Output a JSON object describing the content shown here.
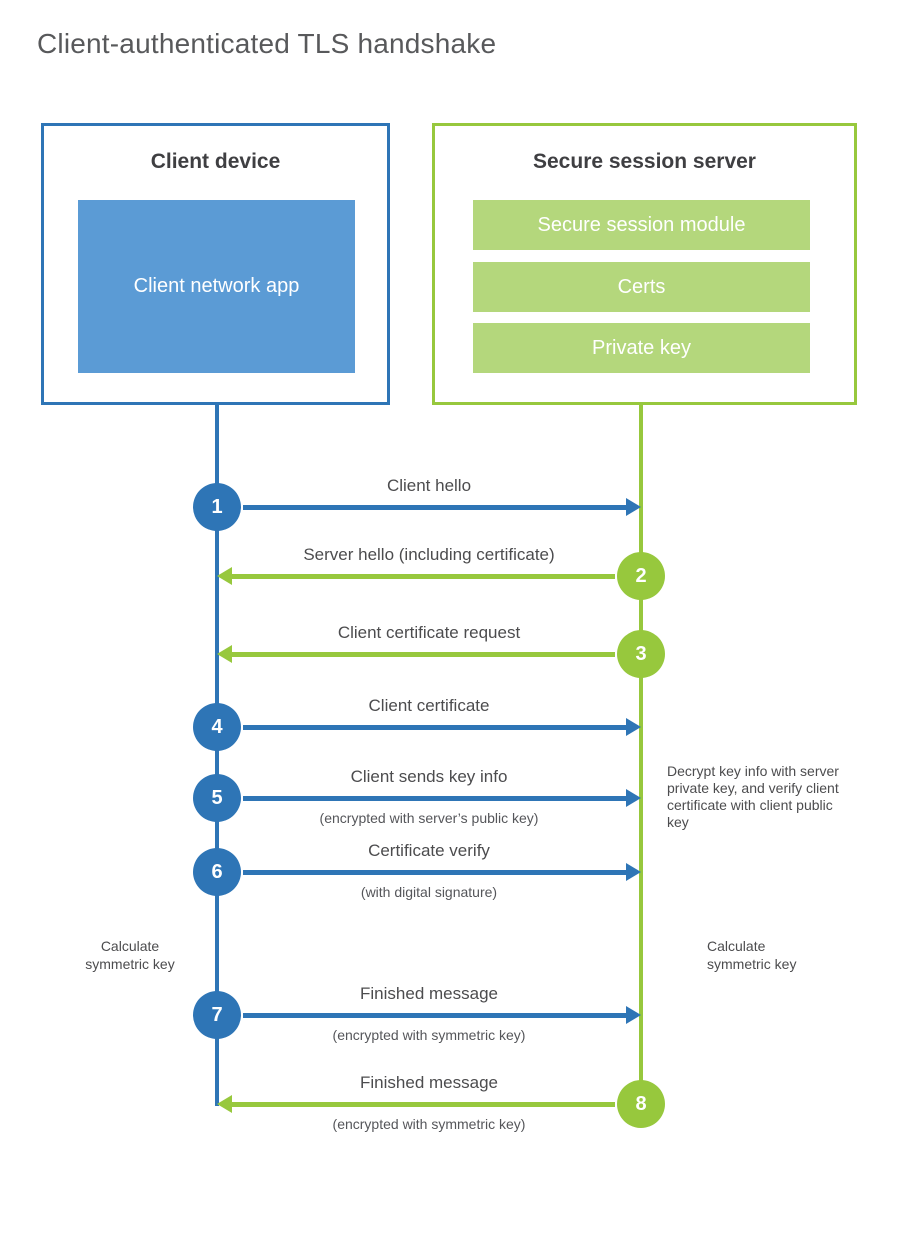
{
  "title": "Client-authenticated TLS handshake",
  "client": {
    "title": "Client device",
    "app": "Client network app"
  },
  "server": {
    "title": "Secure session server",
    "modules": [
      "Secure session module",
      "Certs",
      "Private key"
    ]
  },
  "steps": [
    {
      "num": "1",
      "label": "Client hello",
      "from": "client",
      "to": "server"
    },
    {
      "num": "2",
      "label": "Server hello (including certificate)",
      "from": "server",
      "to": "client"
    },
    {
      "num": "3",
      "label": "Client certificate request",
      "from": "server",
      "to": "client"
    },
    {
      "num": "4",
      "label": "Client certificate",
      "from": "client",
      "to": "server"
    },
    {
      "num": "5",
      "label": "Client sends key info",
      "sub": "(encrypted with server’s public key)",
      "from": "client",
      "to": "server"
    },
    {
      "num": "6",
      "label": "Certificate verify",
      "sub": "(with digital signature)",
      "from": "client",
      "to": "server"
    },
    {
      "num": "7",
      "label": "Finished message",
      "sub": "(encrypted with symmetric key)",
      "from": "client",
      "to": "server"
    },
    {
      "num": "8",
      "label": "Finished message",
      "sub": "(encrypted with symmetric key)",
      "from": "server",
      "to": "client"
    }
  ],
  "notes": {
    "decrypt": "Decrypt key info with server private key, and verify client certificate with client public key",
    "calc_left": "Calculate symmetric key",
    "calc_right": "Calculate symmetric key"
  },
  "colors": {
    "client_accent": "#2e75b6",
    "client_fill": "#5b9bd5",
    "server_accent": "#97c83d",
    "server_fill": "#b4d77c"
  }
}
